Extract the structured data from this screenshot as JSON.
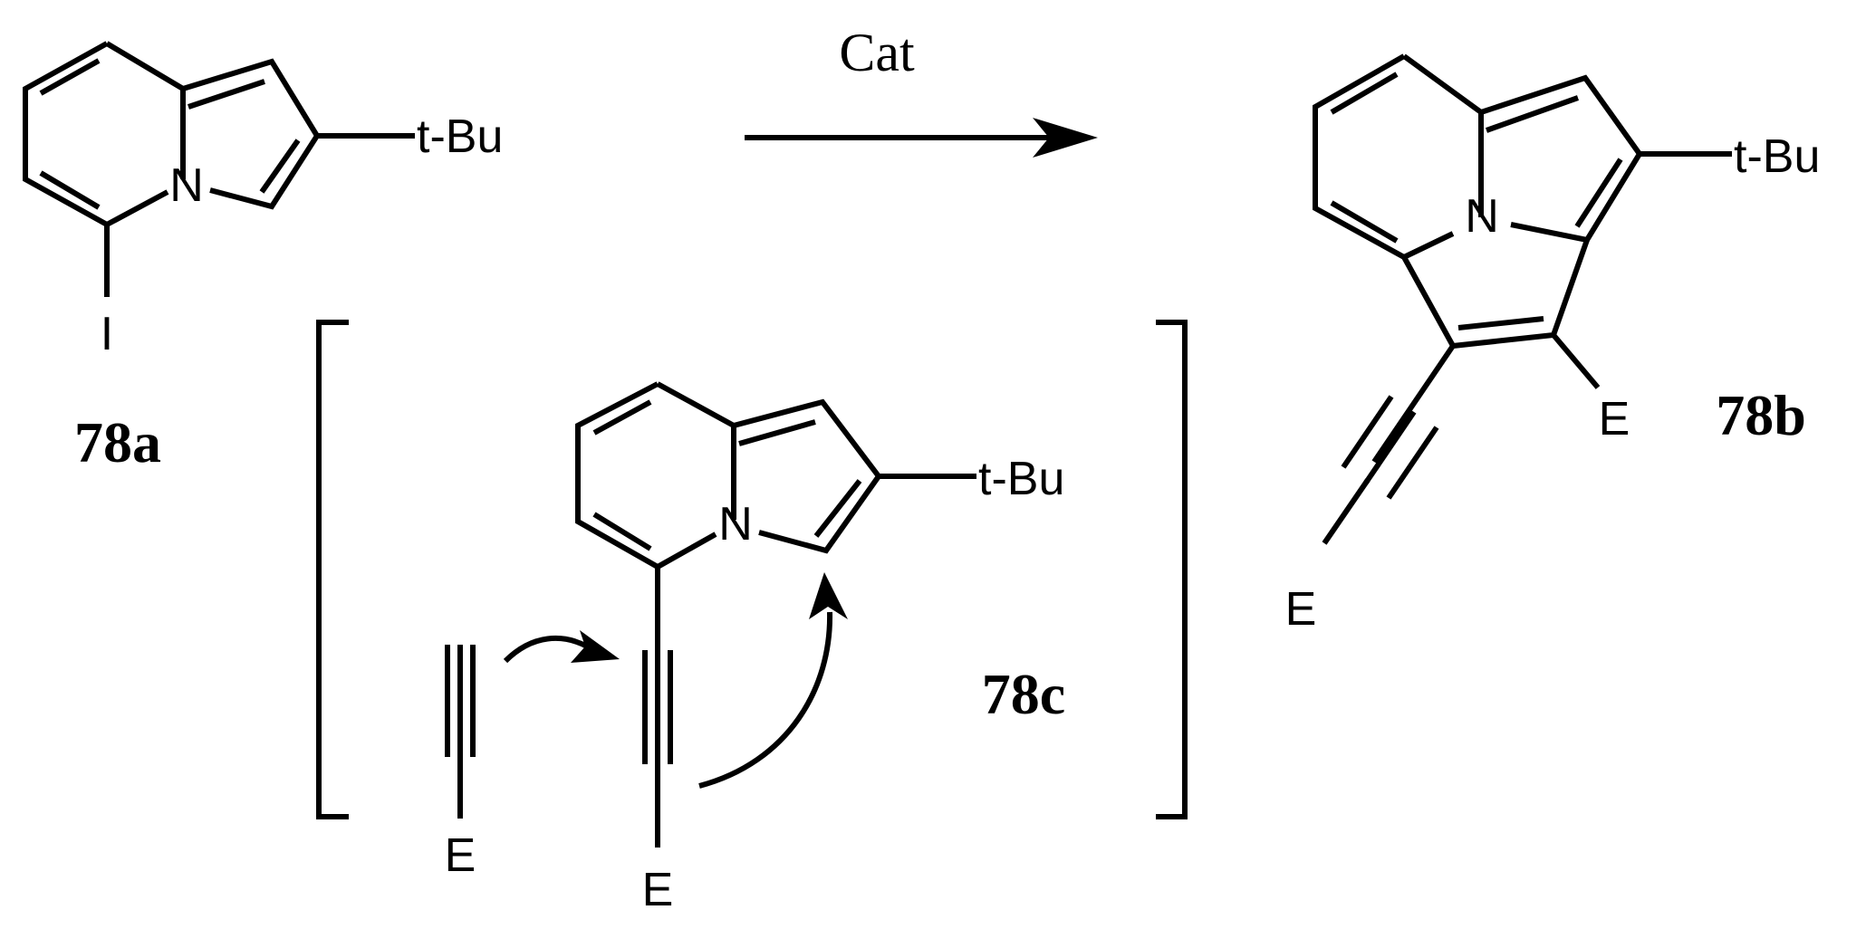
{
  "reaction": {
    "condition": "Cat"
  },
  "compounds": {
    "reactant": {
      "label": "78a",
      "substituent": "t-Bu",
      "halogen": "I",
      "ring_atom": "N"
    },
    "product": {
      "label": "78b",
      "substituent": "t-Bu",
      "ring_atom": "N",
      "group_ring": "E",
      "group_alkyne": "E"
    },
    "intermediate": {
      "label": "78c",
      "substituent": "t-Bu",
      "ring_atom": "N",
      "group_attached_alkyne": "E",
      "group_free_alkyne": "E"
    }
  },
  "colors": {
    "ink": "#000000",
    "background": "#ffffff"
  }
}
